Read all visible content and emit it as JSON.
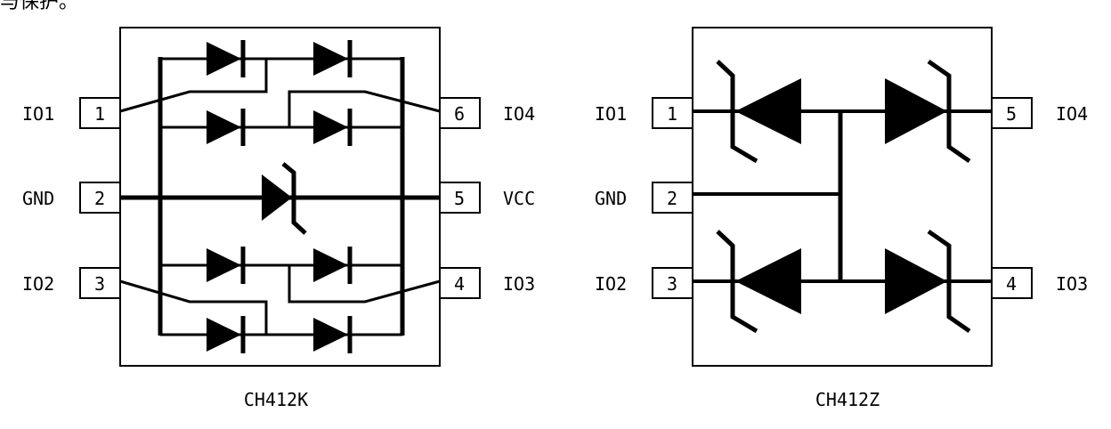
{
  "top_fragment": "与保护。",
  "left_chip": {
    "title": "CH412K",
    "pins": [
      {
        "num": "1",
        "label": "IO1"
      },
      {
        "num": "2",
        "label": "GND"
      },
      {
        "num": "3",
        "label": "IO2"
      },
      {
        "num": "4",
        "label": "IO3"
      },
      {
        "num": "5",
        "label": "VCC"
      },
      {
        "num": "6",
        "label": "IO4"
      }
    ]
  },
  "right_chip": {
    "title": "CH412Z",
    "pins": [
      {
        "num": "1",
        "label": "IO1"
      },
      {
        "num": "2",
        "label": "GND"
      },
      {
        "num": "3",
        "label": "IO2"
      },
      {
        "num": "4",
        "label": "IO3"
      },
      {
        "num": "5",
        "label": "IO4"
      }
    ]
  }
}
